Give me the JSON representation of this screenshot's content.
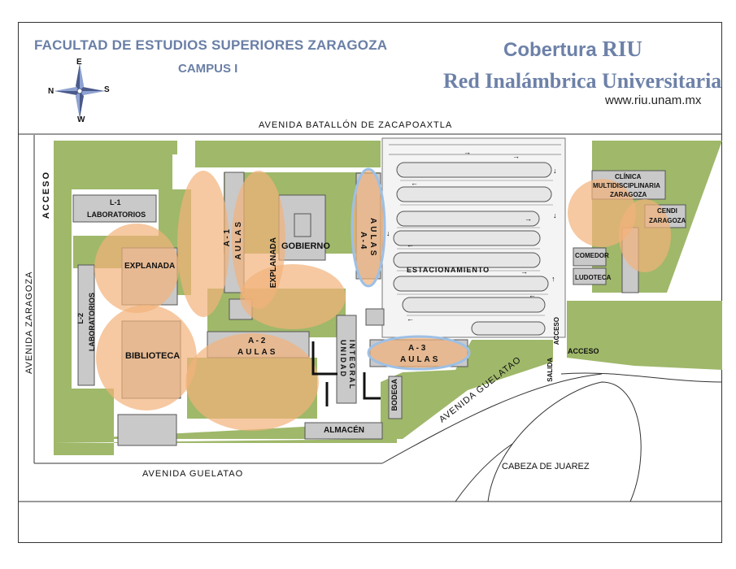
{
  "header": {
    "title": "FACULTAD DE ESTUDIOS SUPERIORES ZARAGOZA",
    "subtitle": "CAMPUS I",
    "riu_title_pre": "Cobertura ",
    "riu_title_big": "RIU",
    "riu_subtitle": "Red Inalámbrica Universitaria",
    "url": "www.riu.unam.mx"
  },
  "compass": {
    "north": "N",
    "east": "E",
    "south": "S",
    "west": "W"
  },
  "colors": {
    "grass": "#9fb86a",
    "building": "#c9c9c9",
    "coverage_orange": "#f2b27a",
    "coverage_blue": "#9dc0e6",
    "road": "#ffffff"
  },
  "streets": {
    "top": "AVENIDA BATALLÓN DE ZACAPOAXTLA",
    "left": "AVENIDA ZARAGOZA",
    "bottom": "AVENIDA GUELATAO",
    "diagonal": "AVENIDA GUELATAO",
    "roundabout": "CABEZA DE JUAREZ"
  },
  "buildings": {
    "l1": [
      "L-1",
      "LABORATORIOS"
    ],
    "l2": [
      "L-2",
      "LABORATORIOS"
    ],
    "explanada_left": "EXPLANADA",
    "explanada_mid": "EXPLANADA",
    "biblioteca": "BIBLIOTECA",
    "a1": [
      "A - 1",
      "AULAS"
    ],
    "gobierno": "GOBIERNO",
    "a4": [
      "A - 4",
      "AULAS"
    ],
    "a2": [
      "A - 2",
      "AULAS"
    ],
    "a3": [
      "A - 3",
      "AULAS"
    ],
    "unidad": [
      "UNIDAD",
      "INTEGRAL"
    ],
    "bodega": "BODEGA",
    "almacen": "ALMACÉN",
    "estacionamiento": "ESTACIONAMIENTO",
    "clinica": [
      "CLÍNICA",
      "MULTIDISCIPLINARIA",
      "ZARAGOZA"
    ],
    "cendi": [
      "CENDI",
      "ZARAGOZA"
    ],
    "comedor": "COMEDOR",
    "ludoteca": "LUDOTECA"
  },
  "access": {
    "left": "ACCESO",
    "right": "ACCESO",
    "exit": "SALIDA",
    "entry": "ACCESO"
  },
  "coverage_zones": [
    {
      "id": "l1-explanada",
      "color": "orange"
    },
    {
      "id": "biblioteca",
      "color": "orange"
    },
    {
      "id": "a1",
      "color": "orange"
    },
    {
      "id": "explanada-central",
      "color": "orange"
    },
    {
      "id": "gobierno-south",
      "color": "orange"
    },
    {
      "id": "a2",
      "color": "orange"
    },
    {
      "id": "a4",
      "color": "blue"
    },
    {
      "id": "a3",
      "color": "blue"
    },
    {
      "id": "clinica",
      "color": "orange"
    },
    {
      "id": "cendi",
      "color": "orange"
    }
  ]
}
